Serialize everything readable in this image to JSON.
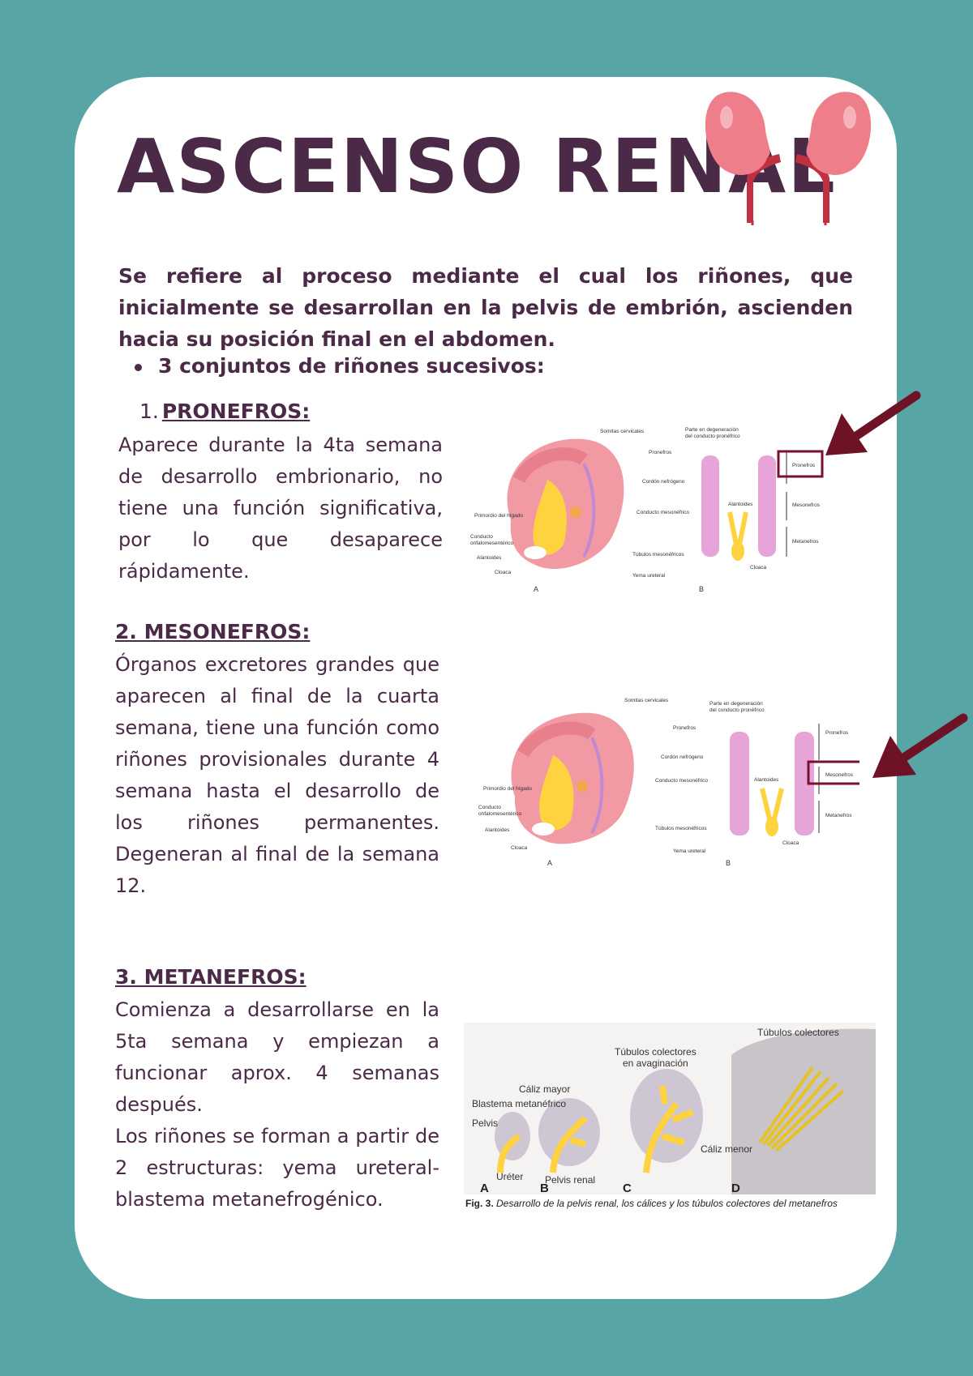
{
  "page": {
    "title": "ASCENSO RENAL",
    "intro": "Se refiere al proceso mediante el cual los riñones, que inicialmente se desarrollan en la pelvis de embrión, ascienden hacia su posición final en el abdomen.",
    "bullet": "3 conjuntos de riñones sucesivos:"
  },
  "sections": [
    {
      "number": "1.",
      "heading": "PRONEFROS:",
      "text": "Aparece durante la 4ta semana de desarrollo embrionario, no tiene una función significativa, por lo que desaparece rápidamente."
    },
    {
      "heading": "2. MESONEFROS:",
      "text": "Órganos excretores grandes que aparecen al final de la cuarta semana, tiene una función como riñones provisionales durante 4 semana hasta el desarrollo de los riñones permanentes. Degeneran al final de la semana 12."
    },
    {
      "heading": "3. METANEFROS:",
      "text1": "Comienza a desarrollarse en la 5ta semana y empiezan a funcionar aprox. 4 semanas después.",
      "text2": "Los riñones se forman a partir de 2 estructuras: yema ureteral-blastema metanefrogénico."
    }
  ],
  "figure1": {
    "labels": {
      "somitas": "Somitas cervicales",
      "parte": "Parte en degeneración",
      "parte2": "del conducto pronéfrico",
      "pronefros": "Pronefros",
      "cordon": "Cordón nefrógeno",
      "conducto": "Conducto mesonéfrico",
      "primordio": "Primordio del hígado",
      "onfalo": "Conducto",
      "onfalo2": "onfalomesentérico",
      "alantoides": "Alantoides",
      "cloaca": "Cloaca",
      "tubulos": "Túbulos mesonéfricos",
      "yema": "Yema ureteral",
      "alantoidesB": "Alantoides",
      "cloacaB": "Cloaca",
      "boxPronefros": "Pronefros",
      "mesonefros": "Mesonefros",
      "metanefros": "Metanefros",
      "a": "A",
      "b": "B"
    }
  },
  "figure2": {
    "labels": {
      "somitas": "Somitas cervicales",
      "parte": "Parte en degeneración",
      "parte2": "del conducto pronéfrico",
      "pronefros": "Pronefros",
      "cordon": "Cordón nefrógeno",
      "conducto": "Conducto mesonéfrico",
      "primordio": "Primordio del hígado",
      "onfalo": "Conducto",
      "onfalo2": "onfalomesentérico",
      "alantoides": "Alantoides",
      "cloaca": "Cloaca",
      "tubulos": "Túbulos mesonéfricos",
      "yema": "Yema ureteral",
      "alantoidesB": "Alantoides",
      "cloacaB": "Cloaca",
      "pronefrosR": "Pronefros",
      "boxMesonefros": "Mesonefros",
      "metanefros": "Metanefros",
      "a": "A",
      "b": "B"
    }
  },
  "figure3": {
    "labels": {
      "tubCol": "Túbulos colectores",
      "tubEnAv": "Túbulos colectores",
      "tubEnAv2": "en avaginación",
      "caliz": "Cáliz mayor",
      "blastema": "Blastema metanéfrico",
      "pelvis": "Pelvis",
      "ureter": "Uréter",
      "pelvisRenal": "Pelvis renal",
      "calizMenor": "Cáliz menor",
      "a": "A",
      "b": "B",
      "c": "C",
      "d": "D"
    },
    "caption_bold": "Fig. 3.",
    "caption_italic": "Desarrollo de la pelvis renal, los cálices y los túbulos colectores del metanefros"
  },
  "colors": {
    "background": "#57a5a5",
    "text": "#4b2a47",
    "arrow": "#6e1226",
    "kidney": "#ee7f8a"
  },
  "icons": [
    "kidneys-icon",
    "arrow-icon"
  ]
}
